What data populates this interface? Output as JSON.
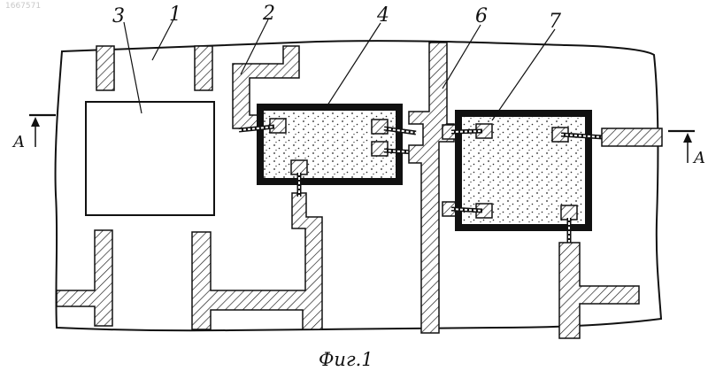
{
  "document": {
    "id": "1667571",
    "caption": "Фиг.1"
  },
  "labels": {
    "n1": "1",
    "n2": "2",
    "n3": "3",
    "n4": "4",
    "n6": "6",
    "n7": "7",
    "section_left": "A",
    "section_right": "A"
  },
  "colors": {
    "ink": "#111111",
    "paper": "#ffffff"
  }
}
